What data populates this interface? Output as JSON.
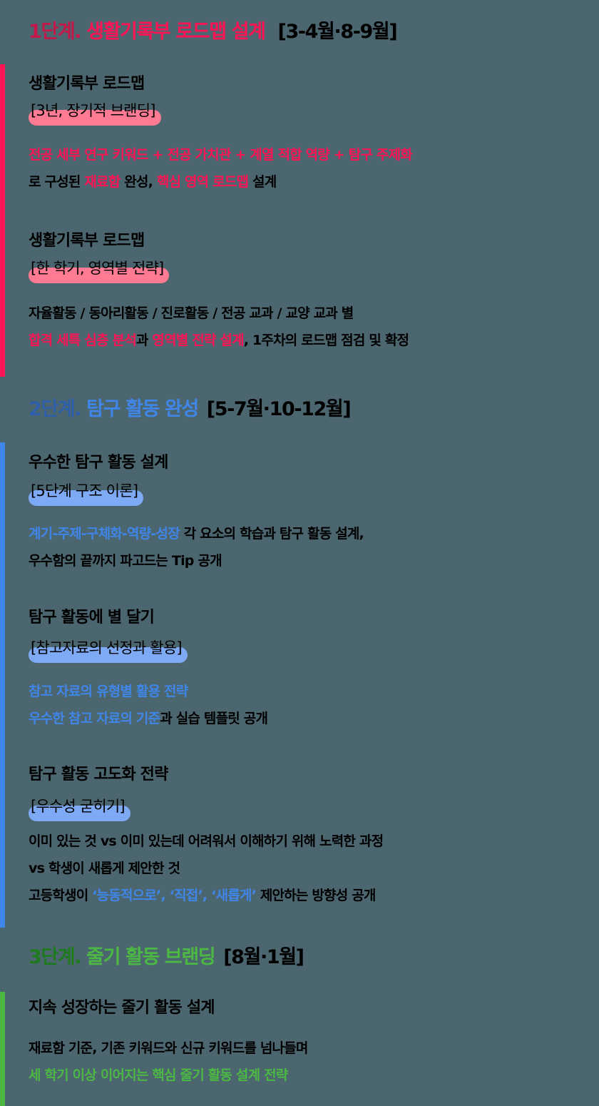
{
  "colors": {
    "background": "#4c6670",
    "stage1_accent": "#ff1456",
    "stage1_highlight": "#ff7a93",
    "stage2_accent": "#3f86e8",
    "stage2_highlight": "#7ea9f5",
    "stage3_accent": "#4cb844"
  },
  "stages": [
    {
      "number": "1단계.",
      "title": "생활기록부 로드맵 설계",
      "period": "[3-4월·8-9월]",
      "items": [
        {
          "title": "생활기록부 로드맵",
          "tag": "[3년, 장기적 브랜딩]",
          "lines": [
            [
              {
                "text": "전공 세부 연구 키워드 +  전공 가치관 +  계열 적합 역량 +  탐구 주제화",
                "accent": true
              }
            ],
            [
              {
                "text": "로 구성된 ",
                "accent": false
              },
              {
                "text": "재료함",
                "accent": true
              },
              {
                "text": " 완성, ",
                "accent": false
              },
              {
                "text": "핵심 영역 로드맵",
                "accent": true
              },
              {
                "text": " 설계",
                "accent": false
              }
            ]
          ]
        },
        {
          "title": "생활기록부 로드맵",
          "tag": "[한 학기, 영역별 전략]",
          "lines": [
            [
              {
                "text": "자율활동 / 동아리활동 / 진로활동 / 전공 교과 / 교양 교과 별",
                "accent": false
              }
            ],
            [
              {
                "text": "합격 세특 심층 분석",
                "accent": true
              },
              {
                "text": "과 ",
                "accent": false
              },
              {
                "text": "영역별 전략 설계",
                "accent": true
              },
              {
                "text": ", 1주차의 로드맵 점검 및 확정",
                "accent": false
              }
            ]
          ]
        }
      ]
    },
    {
      "number": "2단계.",
      "title": "탐구 활동 완성",
      "period": "[5-7월·10-12월]",
      "items": [
        {
          "title": "우수한 탐구 활동 설계",
          "tag": "[5단계 구조 이론]",
          "lines": [
            [
              {
                "text": "계기-주제-구체화-역량-성장",
                "accent": true
              },
              {
                "text": " 각 요소의 학습과 탐구 활동 설계,",
                "accent": false
              }
            ],
            [
              {
                "text": "우수함의 끝까지 파고드는 Tip 공개",
                "accent": false
              }
            ]
          ]
        },
        {
          "title": "탐구 활동에 별 달기",
          "tag": "[참고자료의 선정과 활용]",
          "lines": [
            [
              {
                "text": "참고 자료의 유형별 활용 전략",
                "accent": true
              }
            ],
            [
              {
                "text": "우수한 참고 자료의 기준",
                "accent": true
              },
              {
                "text": "과 실습 템플릿 공개",
                "accent": false
              }
            ]
          ]
        },
        {
          "title": "탐구 활동 고도화 전략",
          "tag": "[우수성 굳히기]",
          "lines": [
            [
              {
                "text": "이미 있는 것 vs 이미 있는데 어려워서 이해하기 위해 노력한 과정",
                "accent": false
              }
            ],
            [
              {
                "text": "vs 학생이 새롭게 제안한 것",
                "accent": false
              }
            ],
            [
              {
                "text": "고등학생이 ",
                "accent": false
              },
              {
                "text": "‘능동적으로’, ‘직접’, ‘새롭게’",
                "accent": true
              },
              {
                "text": " 제안하는 방향성 공개",
                "accent": false
              }
            ]
          ]
        }
      ]
    },
    {
      "number": "3단계.",
      "title": "줄기 활동 브랜딩",
      "period": "[8월·1월]",
      "items": [
        {
          "title": "지속 성장하는 줄기 활동 설계",
          "lines": [
            [
              {
                "text": "재료함 기준, 기존 키워드와 신규 키워드를 넘나들며",
                "accent": false
              }
            ],
            [
              {
                "text": "세 학기 이상 이어지는 핵심 줄기 활동 설계 전략",
                "accent": true
              }
            ]
          ]
        }
      ]
    }
  ]
}
